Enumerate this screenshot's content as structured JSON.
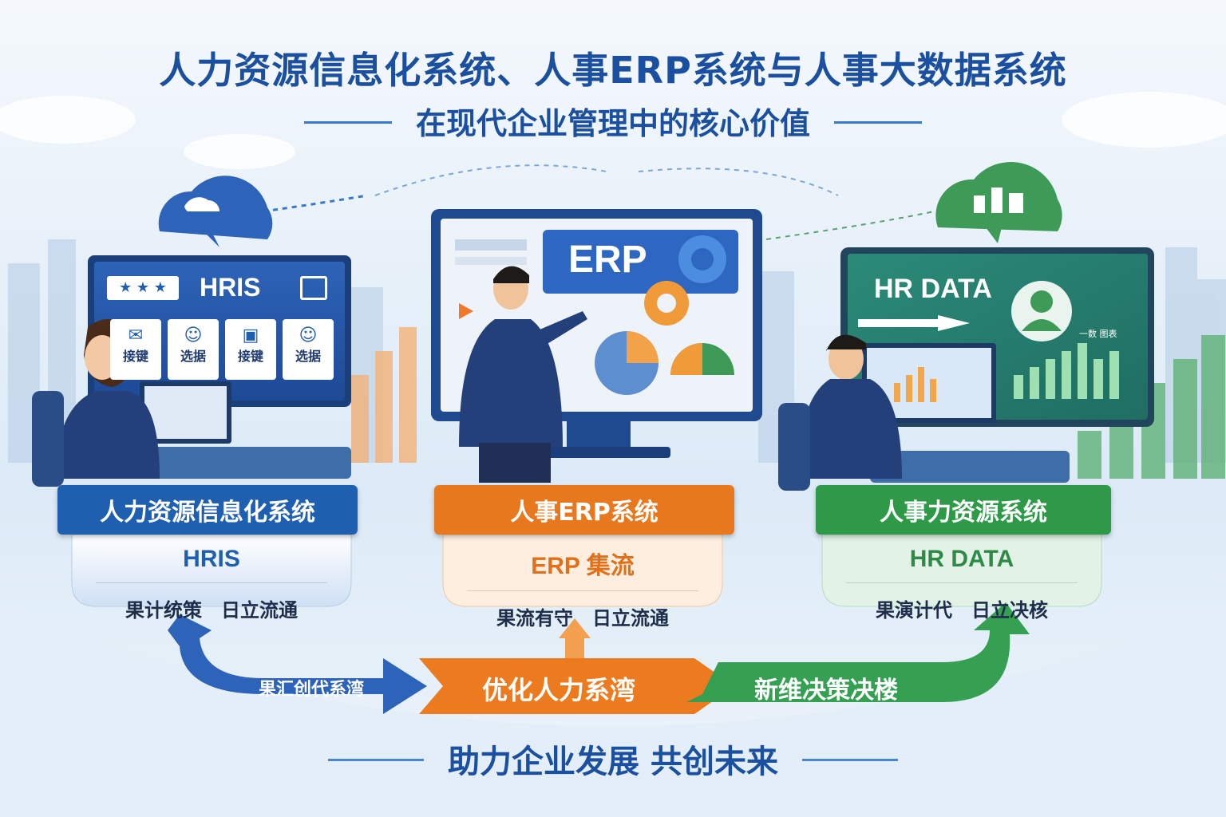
{
  "header": {
    "title": "人力资源信息化系统、人事ERP系统与人事大数据系统",
    "subtitle": "在现代企业管理中的核心价值"
  },
  "screens": {
    "left": {
      "label": "HRIS",
      "tiles": [
        "接键",
        "选据",
        "接键",
        "选据"
      ]
    },
    "center": {
      "label": "ERP"
    },
    "right": {
      "label": "HR DATA",
      "caption": "一数 图表"
    }
  },
  "systems": [
    {
      "banner": "人力资源信息化系统",
      "code": "HRIS",
      "desc": "果计统策　日立流通",
      "color": "#1f5fb0"
    },
    {
      "banner": "人事ERP系统",
      "code": "ERP 集流",
      "desc": "果流有守　日立流通",
      "color": "#e8781e"
    },
    {
      "banner": "人事力资源系统",
      "code": "HR DATA",
      "desc": "果演计代　日立决核",
      "color": "#2e9a48"
    }
  ],
  "flow": {
    "left": "果汇创代系湾",
    "center": "优化人力系湾",
    "right": "新维决策决楼"
  },
  "footer": "助力企业发展 共创未来"
}
